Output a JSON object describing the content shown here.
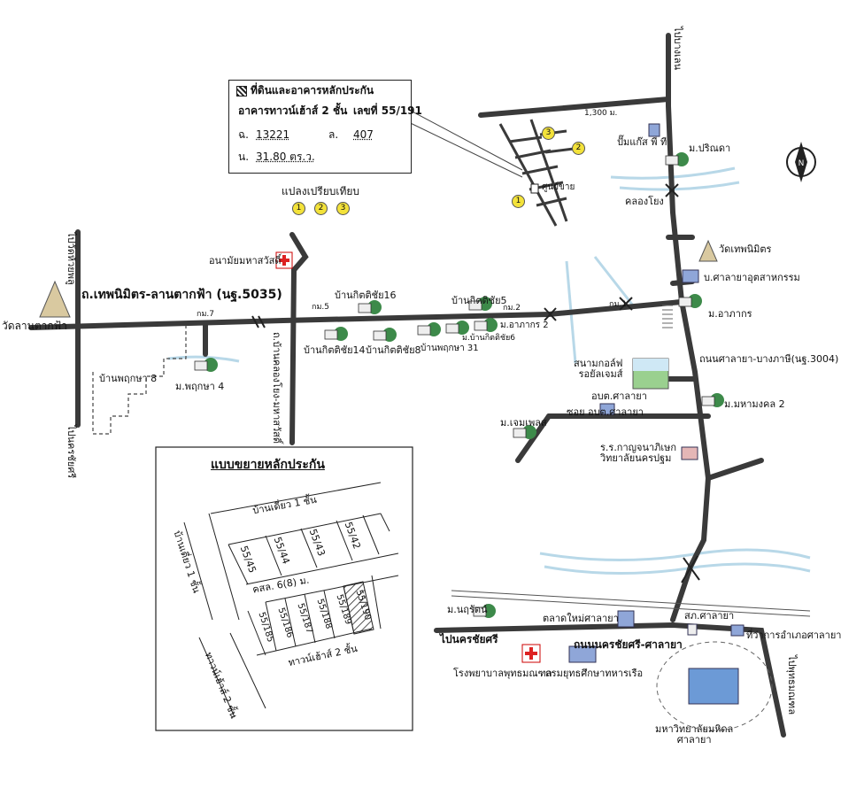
{
  "info_box": {
    "title": "ที่ดินและอาคารหลักประกัน",
    "building": "อาคารทาวน์เฮ้าส์ 2 ชั้น",
    "number_label": "เลขที่ 55/191",
    "deed_label": "ฉ.",
    "deed_value": "13221",
    "land_label": "ล.",
    "land_value": "407",
    "area_label": "น.",
    "area_value": "31.80 ตร.ว."
  },
  "comparison": {
    "title": "แปลงเปรียบเทียบ",
    "markers": [
      "1",
      "2",
      "3"
    ]
  },
  "roads": {
    "main_west": "ถ.เทพนิมิตร-ลานตากฟ้า (นฐ.5035)",
    "khlong_yong_road": "ถ.บ้านคลองโยง-มหาสวัสดิ์",
    "salaya_bangphasi": "ถนนศาลายา-บางภาษี(นฐ.3004)",
    "nakhon_chaisri_salaya": "ถนนนครชัยศรี-ศาลายา",
    "soi_salaya": "ซอย อบต.ศาลายา",
    "to_bang_len": "ไปบางเลน",
    "to_wat_huai_phlu": "ไปวัดห้วยพลู",
    "to_nakhon_chaisri_left": "ไปนครชัยศรี",
    "to_nakhon_chaisri_bottom": "ไปนครชัยศรี",
    "to_phutthamonthon": "ไปพุทธมณฑล"
  },
  "km_marks": {
    "km1": "กม.1",
    "km2": "กม.2",
    "km5": "กม.5",
    "km7": "กม.7",
    "dist": "1,300 ม."
  },
  "places": {
    "wat_lan_tak_fa": "วัดลานตากฟ้า",
    "health_station": "อนามัยมหาสวัสดิ์",
    "ban_kitchai16": "บ้านกิตติชัย16",
    "ban_kitchai5": "บ้านกิตติชัย5",
    "ban_kitchai14": "บ้านกิตติชัย14",
    "ban_kitchai8": "บ้านกิตติชัย8",
    "ban_kitchai6": "ม.บ้านกิตติชัย6",
    "ban_phruksa31": "บ้านพฤกษา 31",
    "m_arpakorn2": "ม.อาภากร 2",
    "ban_phruksa8": "บ้านพฤกษา 8",
    "m_phruksa4": "ม.พฤกษา 4",
    "site": "ศูนย์ขาย",
    "ptt": "ปั๊มแก๊ส พี ที",
    "m_parinda": "ม.ปริณดา",
    "khlong_yong": "คลองโยง",
    "wat_thepnimit": "วัดเทพนิมิตร",
    "b_salaya_industry": "บ.ศาลายาอุตสาหกรรม",
    "m_arpakorn": "ม.อาภากร",
    "golf": "สนามกอล์ฟ\nรอยัลเจมส์",
    "obt_salaya": "อบต.ศาลายา",
    "m_jemphet": "ม.เจมเพลส",
    "m_mahamongkol2": "ม.มหามงคล 2",
    "school": "ร.ร.กาญจนาภิเษก\nวิทยาลัยนครปฐม",
    "m_nuruthai": "ม.นฤรัตน์",
    "market": "ตลาดใหม่ศาลายา",
    "police": "สภ.ศาลายา",
    "district_office": "ที่ว่าการอำเภอศาลายา",
    "hospital": "โรงพยาบาลพุทธมณฑล",
    "navy": "กรมยุทธศึกษาทหารเรือ",
    "mahidol": "มหาวิทยาลัยมหิดล\nศาลายา"
  },
  "detail": {
    "title": "แบบขยายหลักประกัน",
    "single_house_top": "บ้านเดี่ยว 1 ชั้น",
    "single_house_left": "บ้านเดี่ยว 1 ชั้น",
    "road": "คสล. 6(8) ม.",
    "townhouse_right": "ทาวน์เฮ้าส์ 2 ชั้น",
    "townhouse_left": "ทาวน์เฮ้าส์ 2 ชั้น",
    "top_lots": [
      "55/45",
      "55/44",
      "55/43",
      "55/42"
    ],
    "bottom_lots": [
      "55/185",
      "55/186",
      "55/187",
      "55/188",
      "55/189",
      "55/190"
    ]
  },
  "north": "N",
  "colors": {
    "road": "#3a3a3a",
    "water": "#b8d8e8",
    "tree": "#3d8a4a",
    "highlight": "#f3e23a"
  }
}
